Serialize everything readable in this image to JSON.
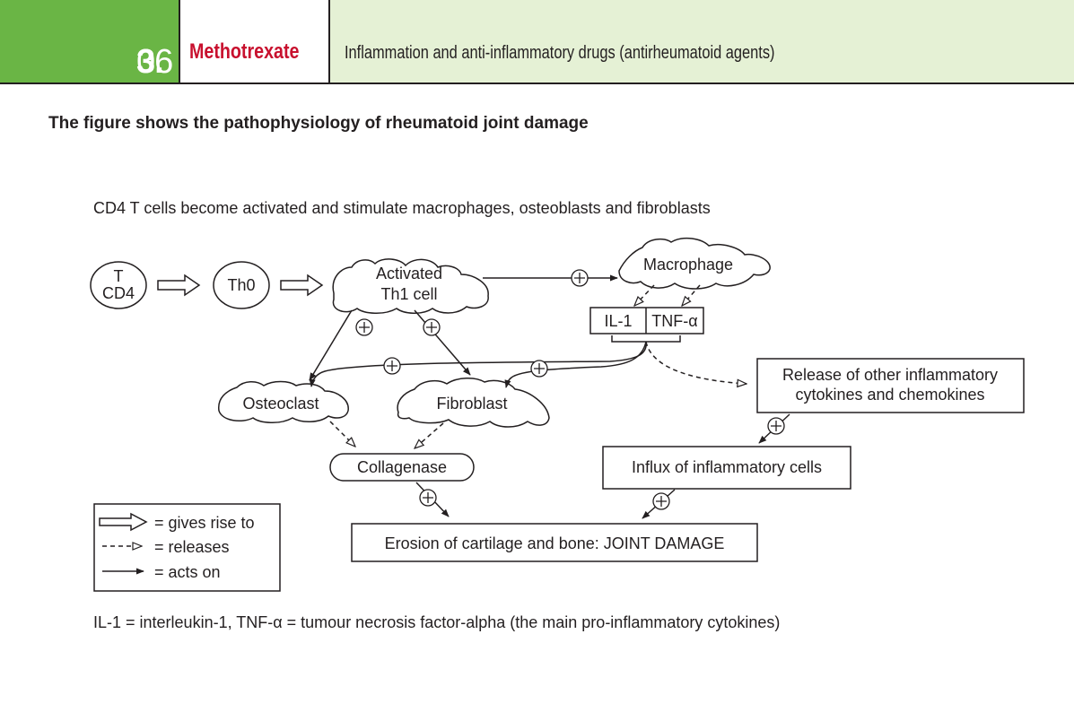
{
  "header": {
    "number_main": "3.",
    "number_sub": "06",
    "title": "Methotrexate",
    "subtitle": "Inflammation and anti-inflammatory drugs (antirheumatoid agents)"
  },
  "heading": "The figure shows the pathophysiology of rheumatoid joint damage",
  "intro": "CD4 T cells become activated and stimulate macrophages, osteoblasts and fibroblasts",
  "nodes": {
    "t_cd4_top": "T",
    "t_cd4_bottom": "CD4",
    "th0": "Th0",
    "activated_line1": "Activated",
    "activated_line2": "Th1 cell",
    "macrophage": "Macrophage",
    "il1": "IL-1",
    "tnf": "TNF-α",
    "release_line1": "Release of other inflammatory",
    "release_line2": "cytokines and chemokines",
    "osteoclast": "Osteoclast",
    "fibroblast": "Fibroblast",
    "collagenase": "Collagenase",
    "influx": "Influx of inflammatory cells",
    "erosion": "Erosion of cartilage and bone: JOINT DAMAGE"
  },
  "legend": {
    "gives_rise": "= gives rise to",
    "releases": "= releases",
    "acts_on": "= acts on"
  },
  "footnote": "IL-1 = interleukin-1, TNF-α = tumour necrosis factor-alpha (the main pro-inflammatory cytokines)",
  "colors": {
    "header_green": "#6ab545",
    "header_light_green": "#e5f1d5",
    "title_red": "#c8102e",
    "ink": "#231f20"
  }
}
